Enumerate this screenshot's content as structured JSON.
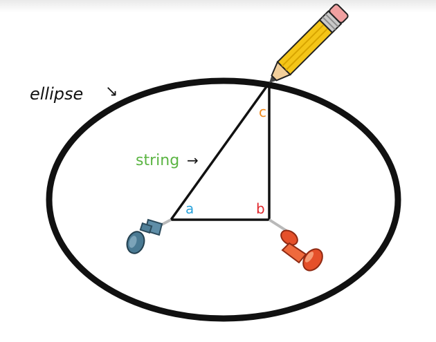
{
  "labels": {
    "ellipse": "ellipse",
    "ellipse_arrow": "↘",
    "string": "string",
    "string_arrow": "→",
    "a": "a",
    "b": "b",
    "c": "c"
  },
  "colors": {
    "ellipse_stroke": "#111111",
    "string_label": "#5bb543",
    "a_label": "#2aa3dc",
    "b_label": "#e0262b",
    "c_label": "#f08a1d",
    "pin_blue": "#4f7f98",
    "pin_red": "#e5502a",
    "pencil_body": "#f4c518",
    "eraser": "#f0a0a0"
  },
  "icons": [
    "blue-pushpin-icon",
    "red-pushpin-icon",
    "pencil-icon"
  ]
}
